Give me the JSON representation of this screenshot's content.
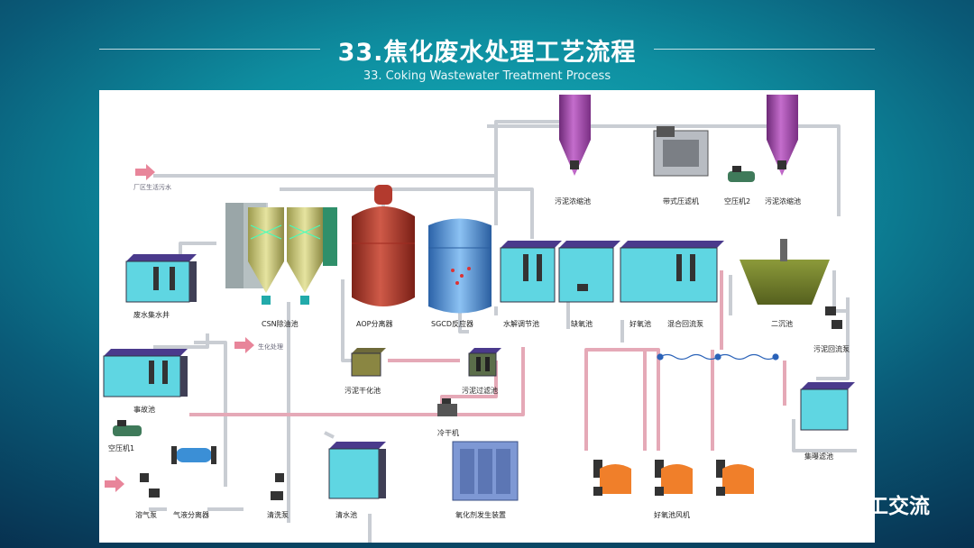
{
  "header": {
    "title": "33.焦化废水处理工艺流程",
    "subtitle": "33. Coking Wastewater Treatment Process"
  },
  "diagram": {
    "inlet": "厂区生活污水",
    "to_biochem": "生化处理",
    "labels": {
      "sump": "废水集水井",
      "accident": "事故池",
      "air_comp_1": "空压机1",
      "dissolved_air_pump": "溶气泵",
      "gas_separator": "气液分离器",
      "cleaning_pump": "清洗泵",
      "clear_tank": "清水池",
      "csn_tank": "CSN除油池",
      "aop": "AOP分离器",
      "sgcd": "SGCD反应器",
      "sludge_dry": "污泥干化池",
      "sludge_filter": "污泥过滤池",
      "dryer": "冷干机",
      "dosing_device": "氧化剂发生装置",
      "hydrolysis": "水解调节池",
      "anoxic": "缺氧池",
      "aerobic": "好氧池",
      "mix_reflux": "混合回流泵",
      "secondary_clarifier": "二沉池",
      "sludge_return": "污泥回流泵",
      "collect_filter": "集曝滤池",
      "blower": "好氧池风机",
      "sludge_thick_1": "污泥浓缩池",
      "sludge_thick_2": "污泥浓缩池",
      "belt_press": "带式压滤机",
      "air_comp_2": "空压机2"
    }
  },
  "watermark": {
    "text": "化工交流",
    "icon": "wechat-icon"
  },
  "colors": {
    "pipe": "#c9cdd3",
    "pipe_pink": "#e5a9b7",
    "water": "#5fd6e2",
    "tank_top": "#4a3a8c",
    "silo": "#a24fa8",
    "cone": "#d2cf7b",
    "aop": "#b33a2e",
    "sgcd": "#4d8fd8",
    "pump": "#f07f2a",
    "cabinet": "#7e98d4"
  }
}
